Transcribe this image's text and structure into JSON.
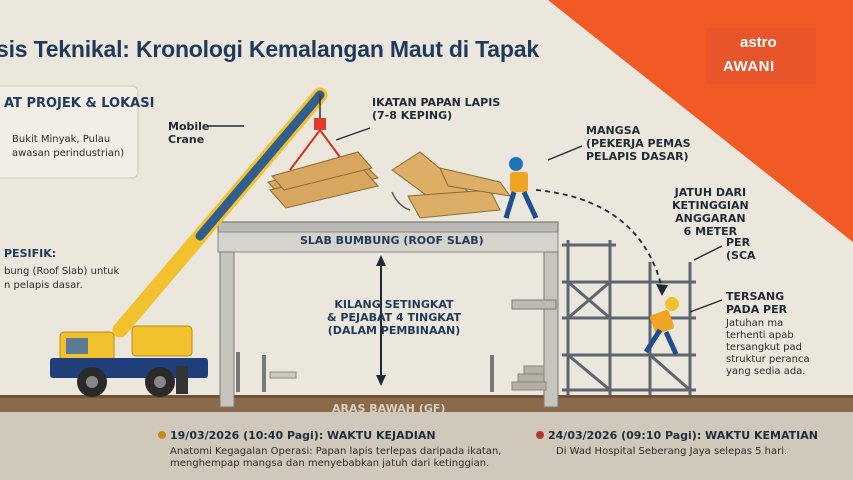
{
  "title": "sis Teknikal: Kronologi Kemalangan Maut di Tapak",
  "project_box": {
    "heading": "AT PROJEK & LOKASI",
    "lines": [
      "Bukit Minyak, Pulau",
      "awasan perindustrian)"
    ],
    "subheading": "PESIFIK:",
    "detail_lines": [
      "bung (Roof Slab) untuk",
      "n pelapis dasar."
    ]
  },
  "labels": {
    "crane": [
      "Mobile",
      "Crane"
    ],
    "bundle": [
      "IKATAN PAPAN LAPIS",
      "(7-8 KEPING)"
    ],
    "victim": [
      "MANGSA",
      "(PEKERJA PEMAS",
      "PELAPIS DASAR)"
    ],
    "fall_height": [
      "JATUH DARI",
      "KETINGGIAN",
      "ANGGARAN",
      "6 METER"
    ],
    "scaffold": [
      "PER",
      "(SCA"
    ],
    "caught": [
      "TERSANG",
      "PADA PER"
    ],
    "caught_desc": [
      "Jatuhan ma",
      "terhenti apab",
      "tersangkut pad",
      "struktur peranca",
      "yang sedia ada."
    ],
    "slab": "SLAB BUMBUNG (ROOF SLAB)",
    "building": [
      "KILANG SETINGKAT",
      "& PEJABAT 4 TINGKAT",
      "(DALAM PEMBINAAN)"
    ],
    "ground": "ARAS BAWAH (GF)"
  },
  "timeline": [
    {
      "date": "19/03/2026 (10:40 Pagi): WAKTU KEJADIAN",
      "desc": [
        "Anatomi Kegagalan Operasi: Papan lapis terlepas daripada ikatan,",
        "menghempap mangsa dan menyebabkan jatuh dari ketinggian."
      ]
    },
    {
      "date": "24/03/2026 (09:10 Pagi): WAKTU KEMATIAN",
      "desc": [
        "Di Wad Hospital Seberang Jaya selepas 5 hari."
      ]
    }
  ],
  "logo": {
    "line1": "astro",
    "line2": "AWANI"
  },
  "colors": {
    "accent": "#f15a24",
    "crane_yellow": "#f2c12e",
    "navy": "#1f3a5a"
  }
}
